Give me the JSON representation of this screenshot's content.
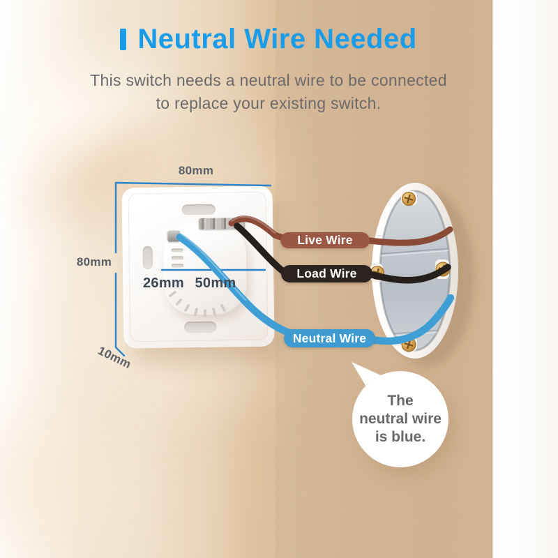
{
  "header": {
    "title": "Neutral Wire Needed",
    "subtitle_line1": "This switch needs a neutral wire to be connected",
    "subtitle_line2": "to replace your existing switch.",
    "accent_color": "#1a9ce9",
    "subtitle_color": "#6a6a6d"
  },
  "diagram": {
    "dimensions": {
      "plate_width": "80mm",
      "plate_height": "80mm",
      "plate_depth": "10mm",
      "edge_to_mechanism": "26mm",
      "mechanism_diameter": "50mm",
      "line_color": "#2b83c9",
      "small_label_color": "#59606a",
      "large_label_color": "#3d4855"
    },
    "wire_labels": {
      "live": {
        "label": "Live Wire",
        "color": "#9a5843"
      },
      "load": {
        "label": "Load Wire",
        "color": "#2a2320"
      },
      "neutral": {
        "label": "Neutral Wire",
        "color": "#3d9bd1"
      }
    },
    "wire_colors": {
      "live": "#8a4a36",
      "load": "#26201d",
      "neutral": "#3f9fd4"
    }
  },
  "speech_bubble": {
    "line1": "The",
    "line2": "neutral wire",
    "line3": "is blue.",
    "text_color": "#67676a"
  },
  "scene": {
    "wall_color": "#d6b795",
    "side_wall_color": "#fdfdfd",
    "junction_box_interior": "#c5cbd0",
    "screw_color": "#c99041"
  }
}
